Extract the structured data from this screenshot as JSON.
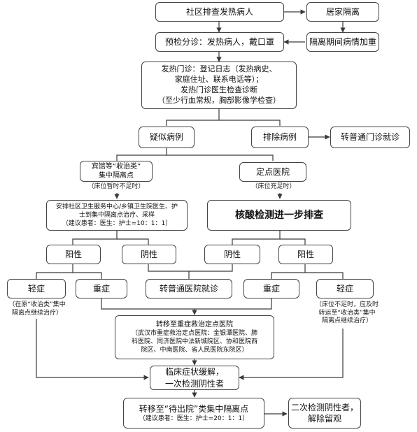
{
  "nodes": {
    "community_screening": "社区排查发热病人",
    "home_isolation": "居家隔离",
    "isolation_worsening": "隔离期间病情加重",
    "pretriage": "预检分诊：发热病人，戴口罩",
    "fever_clinic": [
      "发热门诊：登记日志（发热病史、",
      "家庭住址、联系电话等）；",
      "发热门诊医生检查诊断",
      "（至少行血常规，胸部影像学检查）"
    ],
    "suspected": "疑似病例",
    "excluded": "排除病例",
    "general_clinic": "转普通门诊就诊",
    "hotel_isolation": [
      "宾馆等“收治类”",
      "集中隔离点"
    ],
    "hotel_note": "（床位暂时不足时）",
    "designated_hospital": "定点医院",
    "designated_note": "（床位充足时）",
    "community_staff": [
      "安排社区卫生服务中心/乡镇卫生院医生、护",
      "士到集中隔离点治疗、采样"
    ],
    "community_staff_ratio": "（建议患者：医生：护士=10：1：1）",
    "nucleic_test": "核酸检测进一步排查",
    "positive_left": "阳性",
    "negative_left": "阴性",
    "negative_right": "阴性",
    "positive_right": "阳性",
    "mild_left": "轻症",
    "severe_left": "重症",
    "general_hospital": "转普通医院就诊",
    "severe_right": "重症",
    "mild_right": "轻症",
    "mild_left_note": [
      "（在原“收治类”集中",
      "隔离点继续治疗）"
    ],
    "mild_right_note": [
      "（床位不足时，应及时",
      "转运至“收治类”集中",
      "隔离点继续治疗）"
    ],
    "severe_hospital": [
      "转移至重症救治定点医院",
      "（武汉市重症救治定点医院：金银潭医院、肺",
      "科医院、同济医院中法新城院区、协和医院西",
      "院区、中南医院、省人民医院东院区）"
    ],
    "relief": [
      "临床症状缓解，",
      "一次检测阴性者"
    ],
    "discharge_isolation": "转移至“待出院”类集中隔离点",
    "discharge_ratio": "（建议患者：医生：护士=20：1：1）",
    "release": [
      "二次检测阴性者，",
      "解除留观"
    ]
  },
  "colors": {
    "line": "#3a3a3a",
    "border": "#444444",
    "background": "#ffffff"
  }
}
